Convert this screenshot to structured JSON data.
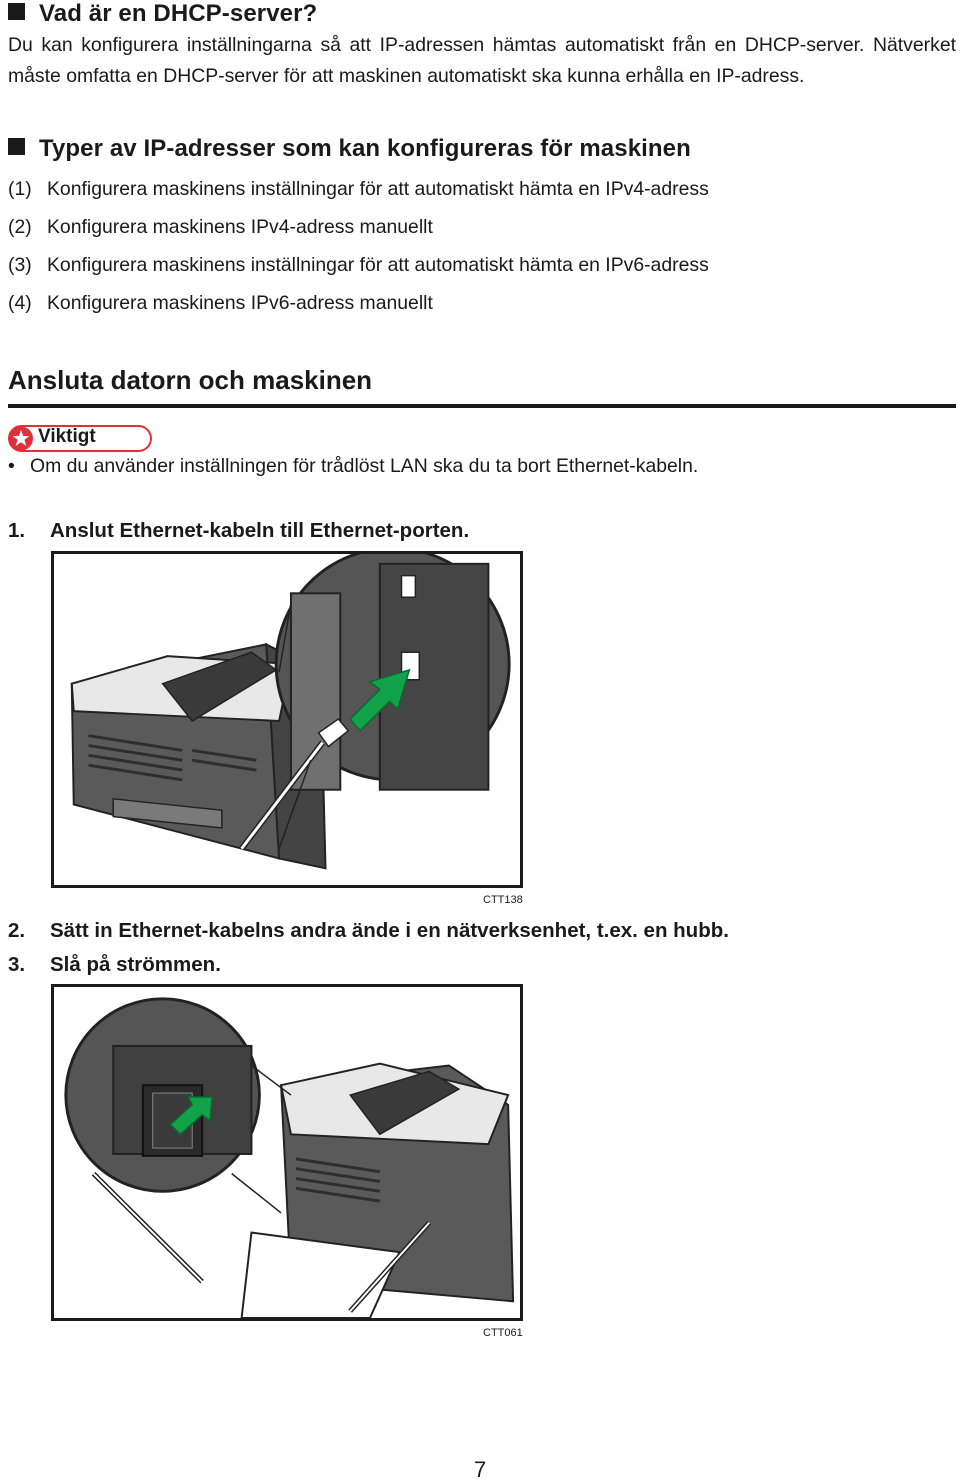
{
  "dhcp": {
    "heading": "Vad är en DHCP-server?",
    "text": "Du kan konfigurera inställningarna så att IP-adressen hämtas automatiskt från en DHCP-server. Nätverket måste omfatta en DHCP-server för att maskinen automatiskt ska kunna erhålla en IP-adress."
  },
  "ip_types": {
    "heading": "Typer av IP-adresser som kan konfigureras för maskinen",
    "items": [
      {
        "num": "(1)",
        "text": "Konfigurera maskinens inställningar för att automatiskt hämta en IPv4-adress"
      },
      {
        "num": "(2)",
        "text": "Konfigurera maskinens IPv4-adress manuellt"
      },
      {
        "num": "(3)",
        "text": "Konfigurera maskinens inställningar för att automatiskt hämta en IPv6-adress"
      },
      {
        "num": "(4)",
        "text": "Konfigurera maskinens IPv6-adress manuellt"
      }
    ]
  },
  "connect": {
    "title": "Ansluta datorn och maskinen",
    "important_label": "Viktigt",
    "bullet": "Om du använder inställningen för trådlöst LAN ska du ta bort Ethernet-kabeln.",
    "steps": [
      {
        "num": "1.",
        "text": "Anslut Ethernet-kabeln till Ethernet-porten."
      },
      {
        "num": "2.",
        "text": "Sätt in Ethernet-kabelns andra ände i en nätverksenhet, t.ex. en hubb."
      },
      {
        "num": "3.",
        "text": "Slå på strömmen."
      }
    ],
    "figure1_id": "CTT138",
    "figure2_id": "CTT061"
  },
  "colors": {
    "arrow_green": "#12a24a",
    "badge_red": "#e0303a",
    "printer_dark": "#4a4a4a"
  },
  "page_number": "7"
}
